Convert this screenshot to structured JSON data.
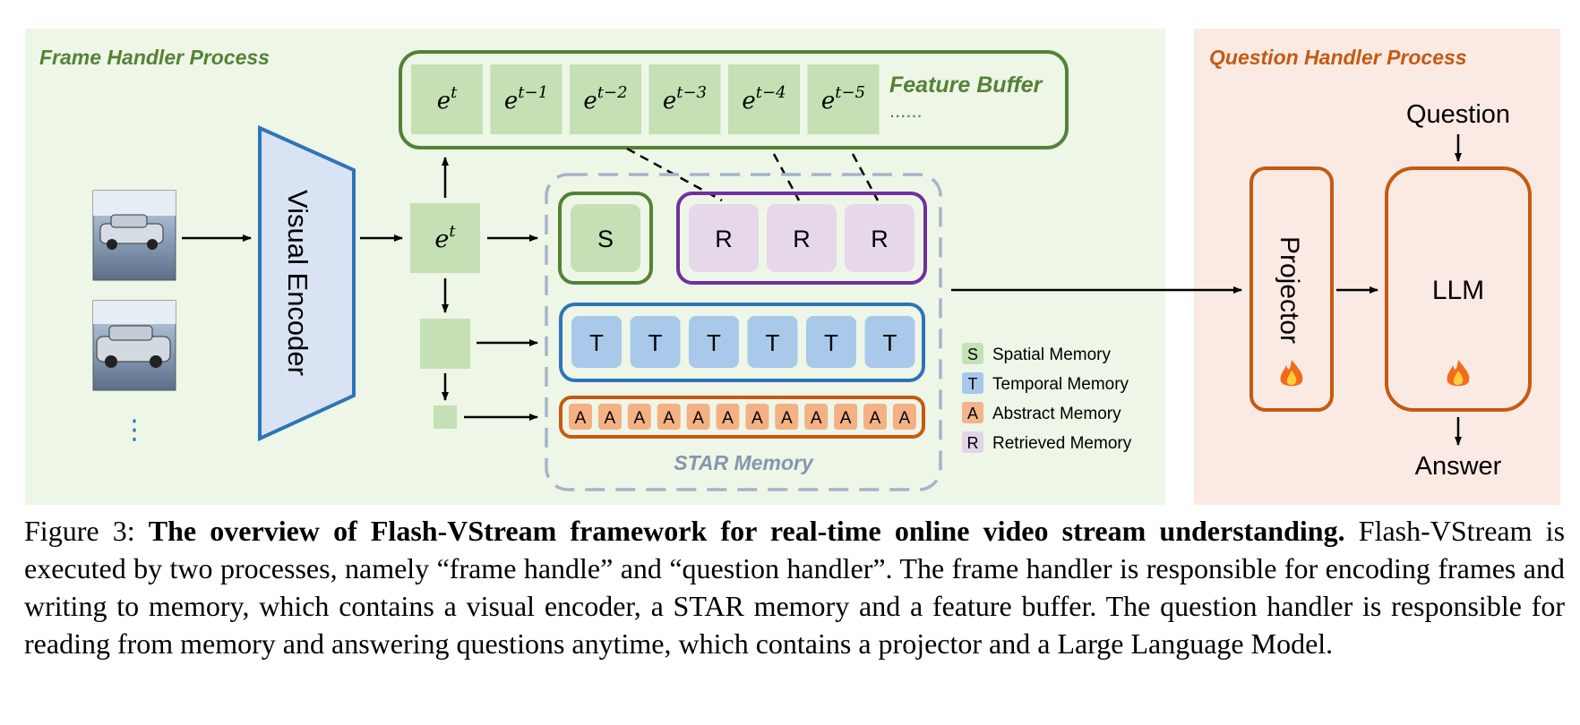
{
  "frame_handler": {
    "title": "Frame Handler Process"
  },
  "question_handler": {
    "title": "Question Handler Process",
    "question_label": "Question",
    "answer_label": "Answer",
    "projector_label": "Projector",
    "llm_label": "LLM"
  },
  "visual_encoder_label": "Visual Encoder",
  "frames_ellipsis": "⋮",
  "feature_buffer": {
    "title": "Feature Buffer",
    "ellipsis": "......",
    "cells": [
      {
        "base": "e",
        "sup": "t"
      },
      {
        "base": "e",
        "sup": "t−1"
      },
      {
        "base": "e",
        "sup": "t−2"
      },
      {
        "base": "e",
        "sup": "t−3"
      },
      {
        "base": "e",
        "sup": "t−4"
      },
      {
        "base": "e",
        "sup": "t−5"
      }
    ]
  },
  "current_embedding": {
    "base": "e",
    "sup": "t"
  },
  "star_memory": {
    "title": "STAR Memory",
    "spatial": "S",
    "retrieved": [
      "R",
      "R",
      "R"
    ],
    "temporal": [
      "T",
      "T",
      "T",
      "T",
      "T",
      "T"
    ],
    "abstract": [
      "A",
      "A",
      "A",
      "A",
      "A",
      "A",
      "A",
      "A",
      "A",
      "A",
      "A",
      "A"
    ]
  },
  "legend": [
    {
      "key": "S",
      "label": "Spatial Memory",
      "color": "#c3e3b4"
    },
    {
      "key": "T",
      "label": "Temporal Memory",
      "color": "#a6c8ec"
    },
    {
      "key": "A",
      "label": "Abstract Memory",
      "color": "#f3b48c"
    },
    {
      "key": "R",
      "label": "Retrieved Memory",
      "color": "#e3d3e8"
    }
  ],
  "colors": {
    "frame_bg": "#eef6e8",
    "question_bg": "#fbeae4",
    "green_border": "#548235",
    "blue_border": "#2e75b6",
    "purple_border": "#7030a0",
    "orange_border": "#c55a11",
    "green_fill": "#c5e0b4",
    "blue_fill": "#a9c9ea",
    "purple_fill": "#e6d8ea",
    "orange_fill": "#f4b183",
    "dashed_border": "#a6b4c8",
    "encoder_fill": "#dae3f3"
  },
  "caption": {
    "prefix": "Figure 3: ",
    "bold": "The overview of Flash-VStream framework for real-time online video stream understanding.",
    "body": "Flash-VStream is executed by two processes, namely “frame handle” and “question handler”. The frame handler is responsible for encoding frames and writing to memory, which contains a visual encoder, a STAR memory and a feature buffer. The question handler is responsible for reading from memory and answering questions anytime, which contains a projector and a Large Language Model."
  }
}
